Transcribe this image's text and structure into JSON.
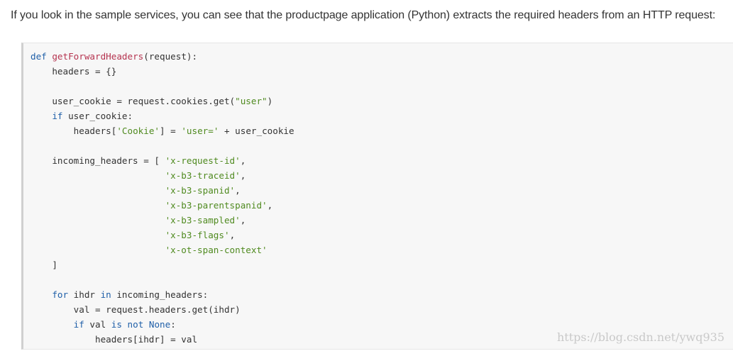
{
  "intro_text": "If you look in the sample services, you can see that the productpage application (Python) extracts the required headers from an HTTP request:",
  "code": {
    "language": "python",
    "lines": [
      [
        {
          "t": "def",
          "c": "kw"
        },
        {
          "t": " ",
          "c": "nm"
        },
        {
          "t": "getForwardHeaders",
          "c": "fn"
        },
        {
          "t": "(request):",
          "c": "nm"
        }
      ],
      [
        {
          "t": "    headers = {}",
          "c": "nm"
        }
      ],
      [],
      [
        {
          "t": "    user_cookie = request.cookies.get(",
          "c": "nm"
        },
        {
          "t": "\"user\"",
          "c": "str"
        },
        {
          "t": ")",
          "c": "nm"
        }
      ],
      [
        {
          "t": "    ",
          "c": "nm"
        },
        {
          "t": "if",
          "c": "kw"
        },
        {
          "t": " user_cookie:",
          "c": "nm"
        }
      ],
      [
        {
          "t": "        headers[",
          "c": "nm"
        },
        {
          "t": "'Cookie'",
          "c": "str"
        },
        {
          "t": "] = ",
          "c": "nm"
        },
        {
          "t": "'user='",
          "c": "str"
        },
        {
          "t": " + user_cookie",
          "c": "nm"
        }
      ],
      [],
      [
        {
          "t": "    incoming_headers = [ ",
          "c": "nm"
        },
        {
          "t": "'x-request-id'",
          "c": "str"
        },
        {
          "t": ",",
          "c": "nm"
        }
      ],
      [
        {
          "t": "                         ",
          "c": "nm"
        },
        {
          "t": "'x-b3-traceid'",
          "c": "str"
        },
        {
          "t": ",",
          "c": "nm"
        }
      ],
      [
        {
          "t": "                         ",
          "c": "nm"
        },
        {
          "t": "'x-b3-spanid'",
          "c": "str"
        },
        {
          "t": ",",
          "c": "nm"
        }
      ],
      [
        {
          "t": "                         ",
          "c": "nm"
        },
        {
          "t": "'x-b3-parentspanid'",
          "c": "str"
        },
        {
          "t": ",",
          "c": "nm"
        }
      ],
      [
        {
          "t": "                         ",
          "c": "nm"
        },
        {
          "t": "'x-b3-sampled'",
          "c": "str"
        },
        {
          "t": ",",
          "c": "nm"
        }
      ],
      [
        {
          "t": "                         ",
          "c": "nm"
        },
        {
          "t": "'x-b3-flags'",
          "c": "str"
        },
        {
          "t": ",",
          "c": "nm"
        }
      ],
      [
        {
          "t": "                         ",
          "c": "nm"
        },
        {
          "t": "'x-ot-span-context'",
          "c": "str"
        }
      ],
      [
        {
          "t": "    ]",
          "c": "nm"
        }
      ],
      [],
      [
        {
          "t": "    ",
          "c": "nm"
        },
        {
          "t": "for",
          "c": "kw"
        },
        {
          "t": " ihdr ",
          "c": "nm"
        },
        {
          "t": "in",
          "c": "kw"
        },
        {
          "t": " incoming_headers:",
          "c": "nm"
        }
      ],
      [
        {
          "t": "        val = request.headers.get(ihdr)",
          "c": "nm"
        }
      ],
      [
        {
          "t": "        ",
          "c": "nm"
        },
        {
          "t": "if",
          "c": "kw"
        },
        {
          "t": " val ",
          "c": "nm"
        },
        {
          "t": "is",
          "c": "kw"
        },
        {
          "t": " ",
          "c": "nm"
        },
        {
          "t": "not",
          "c": "kw"
        },
        {
          "t": " ",
          "c": "nm"
        },
        {
          "t": "None",
          "c": "kw"
        },
        {
          "t": ":",
          "c": "nm"
        }
      ],
      [
        {
          "t": "            headers[ihdr] = val",
          "c": "nm"
        }
      ]
    ]
  },
  "watermark": "https://blog.csdn.net/ywq935",
  "colors": {
    "keyword": "#1f5fa8",
    "function_name": "#b5334f",
    "string": "#4f8a1f",
    "code_background": "#f7f7f7"
  }
}
